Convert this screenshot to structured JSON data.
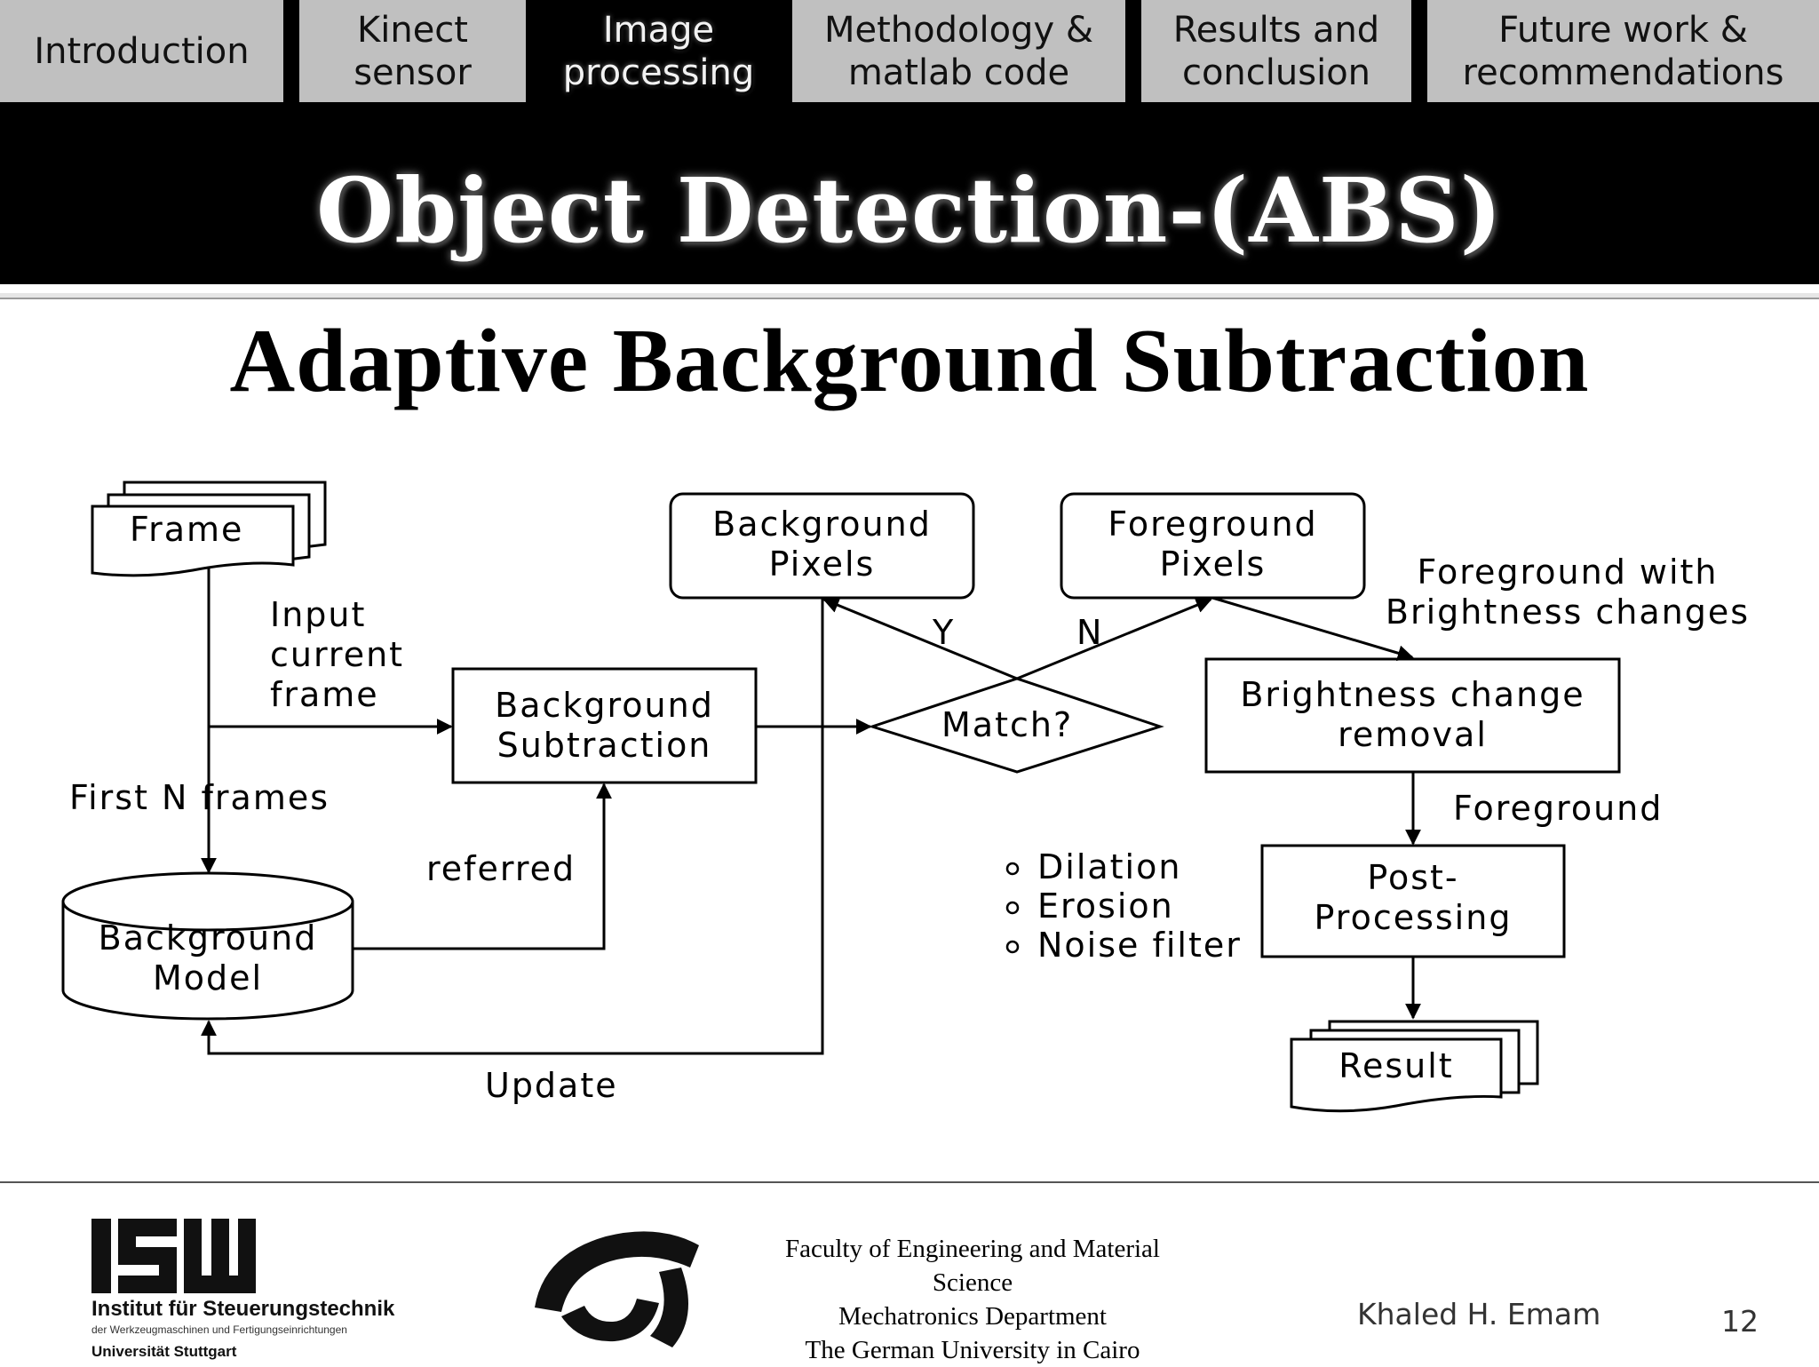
{
  "nav": {
    "tabs": [
      {
        "label": "Introduction",
        "active": false
      },
      {
        "label": "Kinect\nsensor",
        "active": false
      },
      {
        "label": "Image\nprocessing",
        "active": true
      },
      {
        "label": "Methodology &\nmatlab code",
        "active": false
      },
      {
        "label": "Results and\nconclusion",
        "active": false
      },
      {
        "label": "Future work &\nrecommendations",
        "active": false
      }
    ]
  },
  "slide": {
    "title": "Object Detection-(ABS)",
    "subtitle": "Adaptive Background Subtraction"
  },
  "diagram": {
    "frame": "Frame",
    "input_label": "Input\ncurrent\nframe",
    "first_n_frames": "First N frames",
    "background_model": "Background\nModel",
    "background_subtraction": "Background\nSubtraction",
    "referred": "referred",
    "match": "Match?",
    "yes": "Y",
    "no": "N",
    "background_pixels": "Background\nPixels",
    "foreground_pixels": "Foreground\nPixels",
    "brightness_label": "Foreground with\nBrightness changes",
    "brightness_removal": "Brightness change\nremoval",
    "foreground": "Foreground",
    "post_processing": "Post-\nProcessing",
    "post_ops": [
      "Dilation",
      "Erosion",
      "Noise filter"
    ],
    "result": "Result",
    "update": "Update"
  },
  "footer": {
    "isw_logo_text": "ISW",
    "isw_name": "Institut für Steuerungstechnik",
    "isw_sub": "der Werkzeugmaschinen und Fertigungseinrichtungen",
    "isw_university": "Universität Stuttgart",
    "faculty": "Faculty of Engineering and Material\nScience\nMechatronics Department\nThe German University in Cairo",
    "author": "Khaled H. Emam",
    "page": "12"
  }
}
